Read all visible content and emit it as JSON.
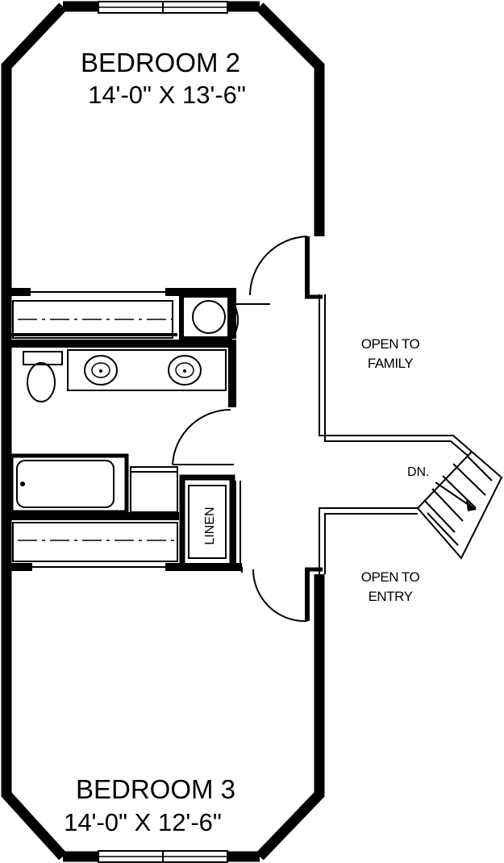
{
  "rooms": {
    "bedroom2": {
      "name": "BEDROOM 2",
      "dims": "14'-0\" X 13'-6\""
    },
    "bedroom3": {
      "name": "BEDROOM 3",
      "dims": "14'-0\" X 12'-6\""
    }
  },
  "notes": {
    "open_family_line1": "OPEN TO",
    "open_family_line2": "FAMILY",
    "open_entry_line1": "OPEN TO",
    "open_entry_line2": "ENTRY"
  },
  "linen": "LINEN",
  "stair": "DN."
}
